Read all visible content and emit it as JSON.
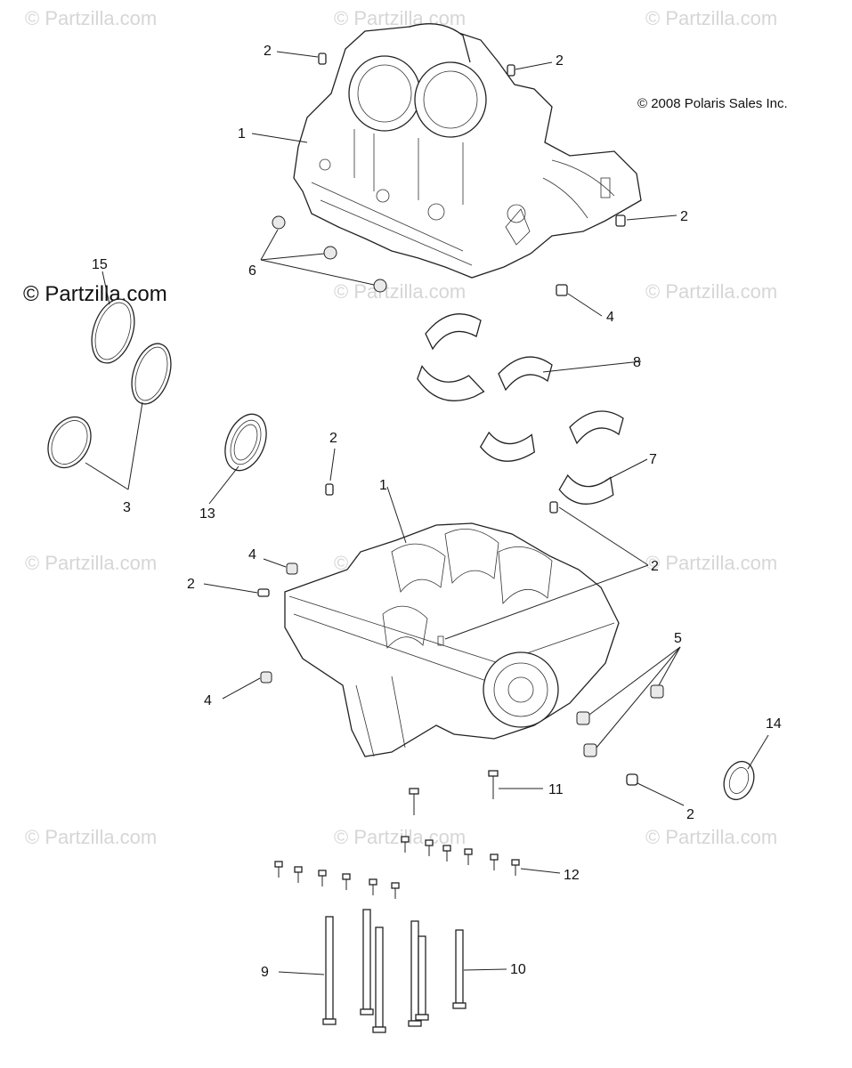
{
  "copyright": "© 2008 Polaris Sales Inc.",
  "watermark_main": "© Partzilla.com",
  "watermarks": [
    "© Partzilla.com",
    "© Partzilla.com",
    "© Partzilla.com",
    "© Partzilla.com",
    "© Partzilla.com",
    "© Partzilla.com",
    "© Partzilla.com",
    "© Partzilla.com",
    "© Partzilla.com",
    "© Partzilla.com",
    "© Partzilla.com"
  ],
  "callouts": [
    {
      "id": "c1",
      "label": "2"
    },
    {
      "id": "c2",
      "label": "2"
    },
    {
      "id": "c3",
      "label": "1"
    },
    {
      "id": "c4",
      "label": "2"
    },
    {
      "id": "c5",
      "label": "6"
    },
    {
      "id": "c6",
      "label": "4"
    },
    {
      "id": "c7",
      "label": "15"
    },
    {
      "id": "c8",
      "label": "8"
    },
    {
      "id": "c9",
      "label": "3"
    },
    {
      "id": "c10",
      "label": "13"
    },
    {
      "id": "c11",
      "label": "2"
    },
    {
      "id": "c12",
      "label": "7"
    },
    {
      "id": "c13",
      "label": "1"
    },
    {
      "id": "c14",
      "label": "2"
    },
    {
      "id": "c15",
      "label": "4"
    },
    {
      "id": "c16",
      "label": "2"
    },
    {
      "id": "c17",
      "label": "4"
    },
    {
      "id": "c18",
      "label": "5"
    },
    {
      "id": "c19",
      "label": "14"
    },
    {
      "id": "c20",
      "label": "11"
    },
    {
      "id": "c21",
      "label": "2"
    },
    {
      "id": "c22",
      "label": "12"
    },
    {
      "id": "c23",
      "label": "9"
    },
    {
      "id": "c24",
      "label": "10"
    }
  ]
}
